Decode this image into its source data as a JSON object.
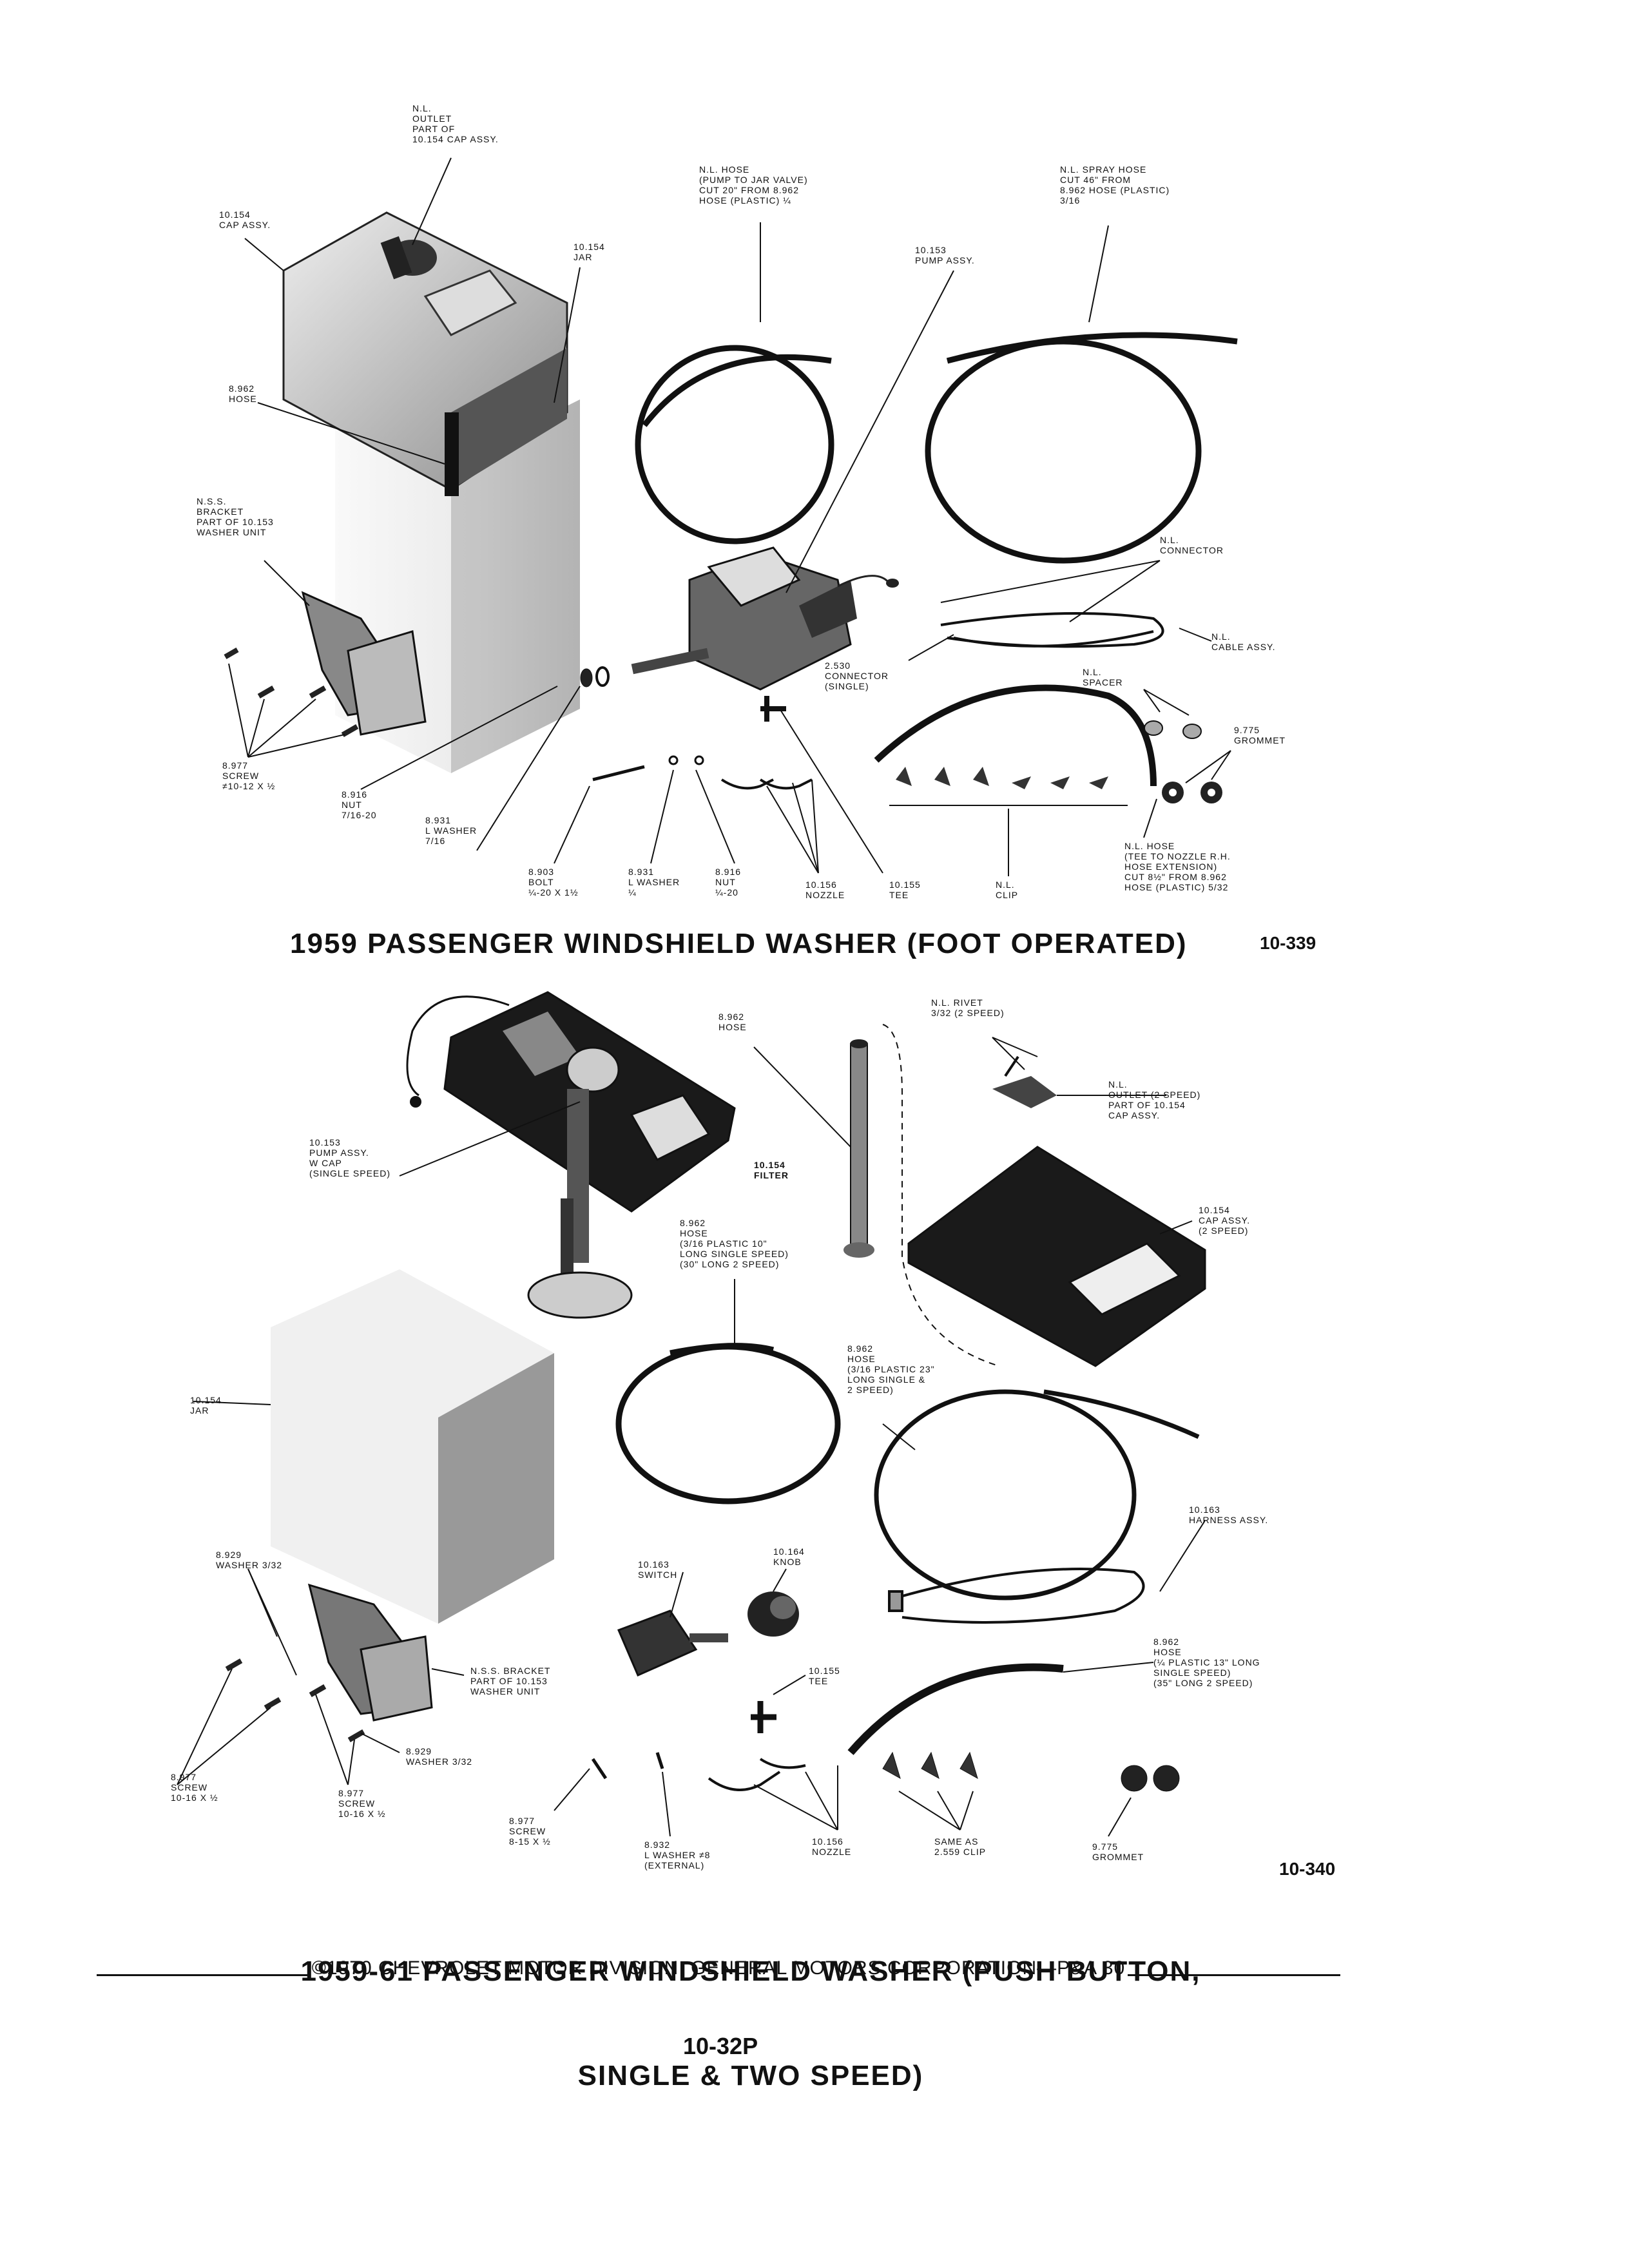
{
  "top": {
    "caption": "1959 PASSENGER WINDSHIELD WASHER (FOOT OPERATED)",
    "figure_number": "10-339",
    "labels": {
      "outlet": "N.L.\nOUTLET\nPART OF\n10.154 CAP ASSY.",
      "cap_assy": "10.154\nCAP ASSY.",
      "jar": "10.154\nJAR",
      "hose_pump_to_jar": "N.L. HOSE\n(PUMP TO JAR VALVE)\nCUT 20\" FROM 8.962\nHOSE (PLASTIC) ¼",
      "pump_assy": "10.153\nPUMP ASSY.",
      "spray_hose": "N.L. SPRAY HOSE\nCUT 46\" FROM\n8.962 HOSE (PLASTIC)\n3/16",
      "hose": "8.962\nHOSE",
      "bracket": "N.S.S.\nBRACKET\nPART OF 10.153\nWASHER UNIT",
      "connector_nl": "N.L.\nCONNECTOR",
      "cable_assy": "N.L.\nCABLE ASSY.",
      "connector_single": "2.530\nCONNECTOR\n(SINGLE)",
      "spacer": "N.L.\nSPACER",
      "grommet": "9.775\nGROMMET",
      "screw": "8.977\nSCREW\n≠10-12 x ½",
      "nut_716": "8.916\nNUT\n7/16-20",
      "l_washer_716": "8.931\nL WASHER\n7/16",
      "bolt": "8.903\nBOLT\n¼-20 x 1½",
      "l_washer_14": "8.931\nL WASHER\n¼",
      "nut_14": "8.916\nNUT\n¼-20",
      "nozzle": "10.156\nNOZZLE",
      "tee": "10.155\nTEE",
      "clip": "N.L.\nCLIP",
      "hose_tee_nozzle": "N.L. HOSE\n(TEE TO NOZZLE R.H.\nHOSE EXTENSION)\nCUT 8½\" FROM 8.962\nHOSE (PLASTIC) 5/32"
    }
  },
  "bottom": {
    "caption_line1": "1959-61 PASSENGER WINDSHIELD WASHER (PUSH BUTTON,",
    "caption_line2": "SINGLE & TWO SPEED)",
    "figure_number": "10-340",
    "labels": {
      "hose_8962": "8.962\nHOSE",
      "rivet": "N.L. RIVET\n3/32 (2 SPEED)",
      "outlet_2speed": "N.L.\nOUTLET (2 SPEED)\nPART OF 10.154\nCAP ASSY.",
      "pump_wcap": "10.153\nPUMP ASSY.\nW CAP\n(SINGLE SPEED)",
      "filter": "10.154\nFILTER",
      "cap_2speed": "10.154\nCAP ASSY.\n(2 SPEED)",
      "hose_10": "8.962\nHOSE\n(3/16 PLASTIC 10\"\nLONG SINGLE SPEED)\n(30\" LONG 2 SPEED)",
      "hose_23": "8.962\nHOSE\n(3/16 PLASTIC 23\"\nLONG SINGLE &\n2 SPEED)",
      "jar": "10.154\nJAR",
      "harness": "10.163\nHARNESS ASSY.",
      "washer_332": "8.929\nWASHER 3/32",
      "switch": "10.163\nSWITCH",
      "knob": "10.164\nKNOB",
      "hose_13": "8.962\nHOSE\n(¼ PLASTIC 13\" LONG\nSINGLE SPEED)\n(35\" LONG 2 SPEED)",
      "bracket": "N.S.S. BRACKET\nPART OF 10.153\nWASHER UNIT",
      "tee": "10.155\nTEE",
      "washer_332b": "8.929\nWASHER 3/32",
      "screw_left": "8.977\nSCREW\n10-16 x ½",
      "screw_mid": "8.977\nSCREW\n10-16 x ½",
      "screw_815": "8.977\nSCREW\n8-15 x ½",
      "l_washer_8": "8.932\nL WASHER ≠8\n(EXTERNAL)",
      "nozzle": "10.156\nNOZZLE",
      "clip": "SAME AS\n2.559 CLIP",
      "grommet": "9.775\nGROMMET"
    }
  },
  "footer": {
    "text": "©1970 CHEVROLET MOTOR DIVISION, GENERAL MOTORS CORPORATION—P&A 30",
    "page": "10-32P"
  }
}
